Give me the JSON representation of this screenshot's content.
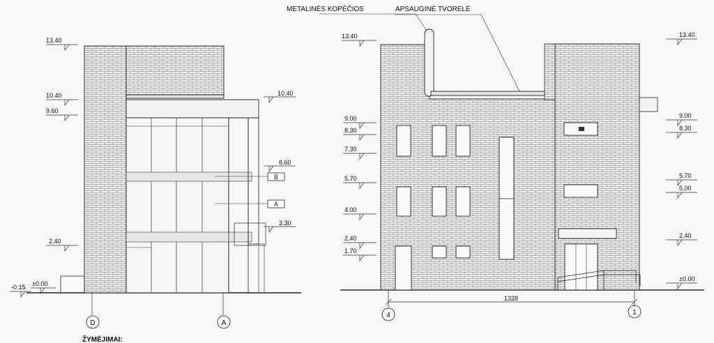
{
  "annotations": {
    "ladder": "METALINĖS KOPĖČIOS",
    "railing": "APSAUGINĖ TVORELĖ",
    "legend_title": "ŽYMĖJIMAI:"
  },
  "left_elevation": {
    "levels_left": [
      "13.40",
      "10.40",
      "9.60",
      "2.40",
      "±0.00",
      "-0.15"
    ],
    "levels_right": [
      "10.40",
      "6.60",
      "3.30"
    ],
    "tags": [
      "B",
      "A"
    ],
    "axes": [
      "D",
      "A"
    ]
  },
  "right_elevation": {
    "levels_left": [
      "13.40",
      "9.00",
      "8.30",
      "7.30",
      "5.70",
      "4.00",
      "2.40",
      "1.70"
    ],
    "levels_right": [
      "13.40",
      "9.00",
      "8.30",
      "5.70",
      "5.00",
      "2.40",
      "±0.00"
    ],
    "axes": [
      "4",
      "1"
    ],
    "dimension": "1328"
  }
}
